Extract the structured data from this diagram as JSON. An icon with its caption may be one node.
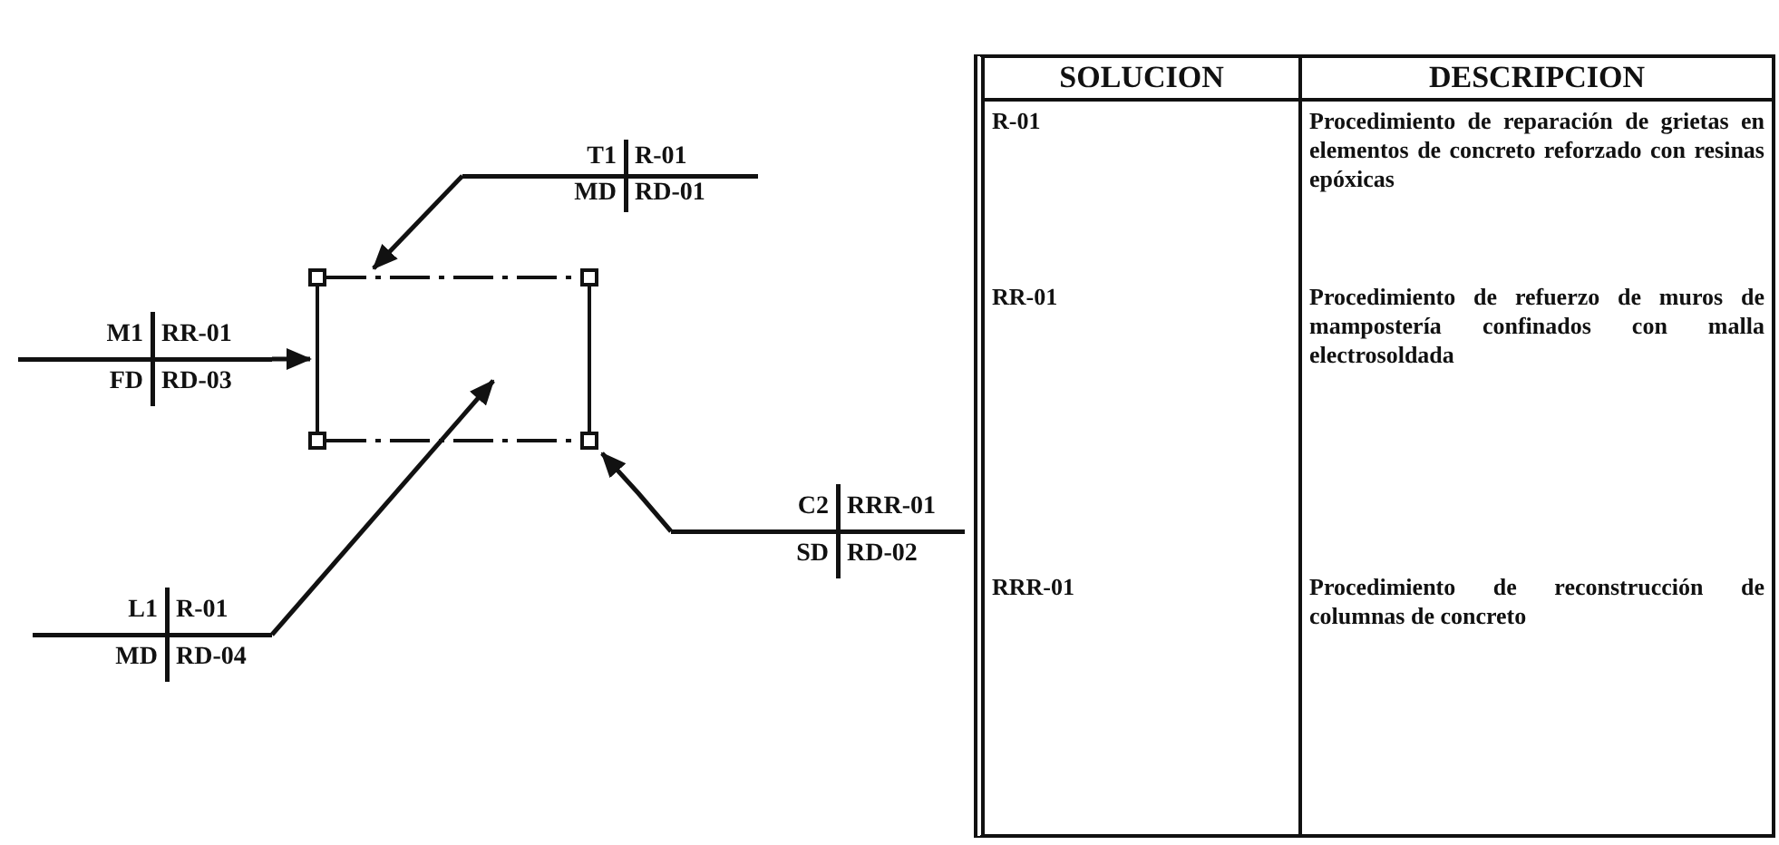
{
  "diagram": {
    "nodes": [
      {
        "text": [
          "T1",
          "R-01",
          "MD",
          "RD-01"
        ]
      },
      {
        "text": [
          "M1",
          "RR-01",
          "FD",
          "RD-03"
        ]
      },
      {
        "text": [
          "C2",
          "RRR-01",
          "SD",
          "RD-02"
        ]
      },
      {
        "text": [
          "L1",
          "R-01",
          "MD",
          "RD-04"
        ]
      },
      {
        "text": [],
        "shape": "box"
      },
      {
        "text": [],
        "shape": "bar",
        "in": 4
      },
      {
        "text": [],
        "shape": "box",
        "in": 4
      }
    ],
    "edges": [
      {
        "from": 0,
        "to": 5,
        "arrow": "to"
      },
      {
        "from": 1,
        "to": 4,
        "arrow": "to"
      },
      {
        "from": 2,
        "to": 6,
        "arrow": "to"
      },
      {
        "from": 3,
        "to": 4,
        "arrow": "to"
      }
    ],
    "labels": [
      "SOLUCION",
      "DESCRIPCION",
      "R-01",
      "Procedimiento de reparación de grietas en elementos de concreto reforzado con resinas epóxicas",
      "RR-01",
      "Procedimiento de refuerzo de muros de mampostería confinados con malla electrosoldada",
      "RRR-01",
      "Procedimiento de reconstrucción de columnas de concreto"
    ]
  }
}
